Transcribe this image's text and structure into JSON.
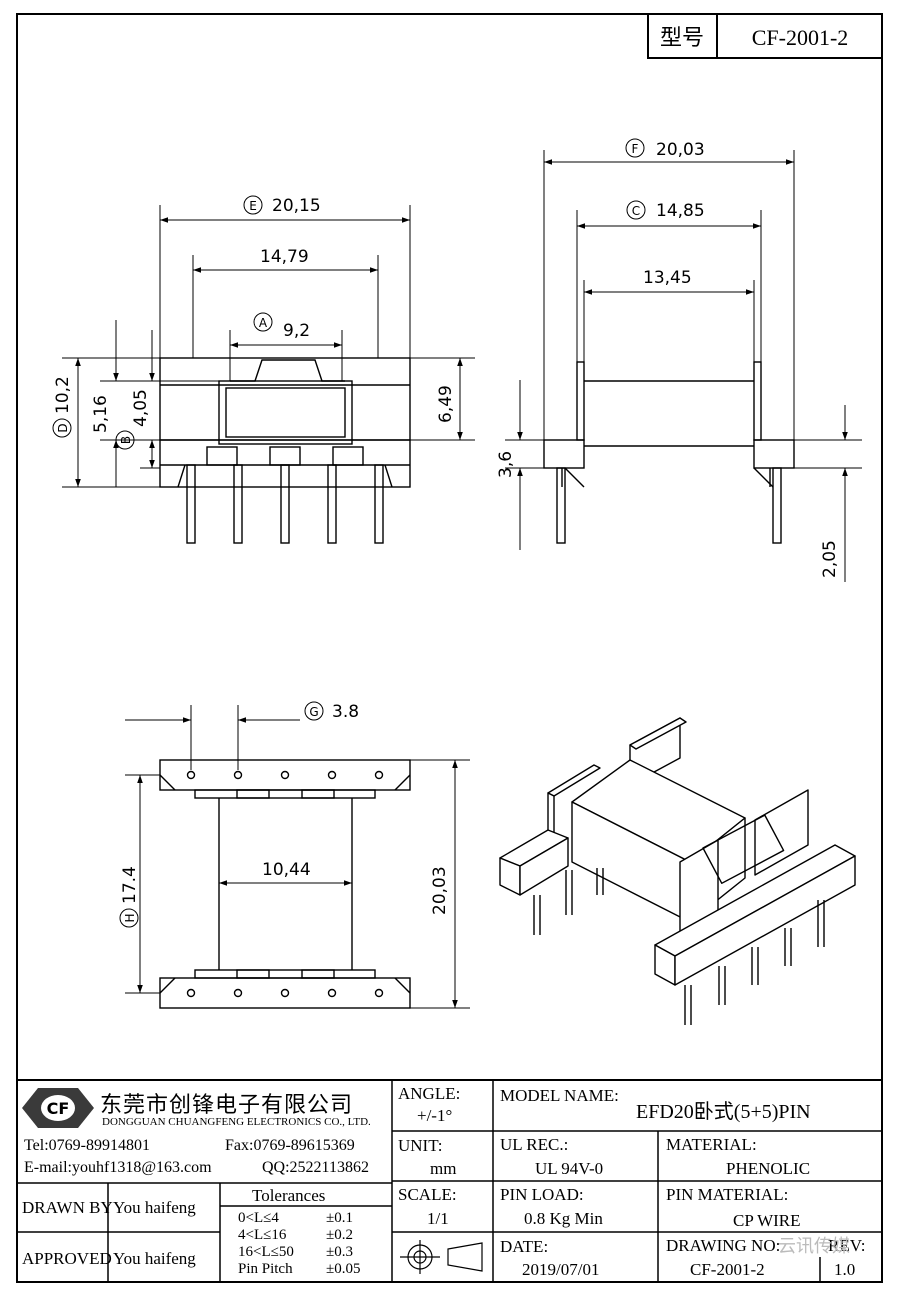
{
  "header": {
    "type_label": "型号",
    "part_number": "CF-2001-2"
  },
  "dimensions": {
    "A": {
      "letter": "A",
      "value": "9,2"
    },
    "B": {
      "letter": "B",
      "value": "4,05"
    },
    "C": {
      "letter": "C",
      "value": "14,85"
    },
    "D": {
      "letter": "D",
      "value": "10,2"
    },
    "E": {
      "letter": "E",
      "value": "20,15"
    },
    "F": {
      "letter": "F",
      "value": "20,03"
    },
    "G": {
      "letter": "G",
      "value": "3.8"
    },
    "H": {
      "letter": "H",
      "value": "17.4"
    },
    "front_inner": "14,79",
    "front_5_16": "5,16",
    "front_6_49": "6,49",
    "side_inner": "13,45",
    "side_3_6": "3,6",
    "side_2_05": "2,05",
    "bottom_inner": "10,44",
    "bottom_total": "20,03"
  },
  "company": {
    "logo_text": "CF",
    "name_cn": "东莞市创锋电子有限公司",
    "name_en": "DONGGUAN CHUANGFENG ELECTRONICS CO., LTD.",
    "tel": "Tel:0769-89914801",
    "fax": "Fax:0769-89615369",
    "email": "E-mail:youhf1318@163.com",
    "qq": "QQ:2522113862"
  },
  "titleblock": {
    "angle_label": "ANGLE:",
    "angle_value": "+/-1°",
    "unit_label": "UNIT:",
    "unit_value": "mm",
    "scale_label": "SCALE:",
    "scale_value": "1/1",
    "model_label": "MODEL NAME:",
    "model_value": "EFD20卧式(5+5)PIN",
    "ul_label": "UL REC.:",
    "ul_value": "UL 94V-0",
    "material_label": "MATERIAL:",
    "material_value": "PHENOLIC",
    "pin_load_label": "PIN LOAD:",
    "pin_load_value": "0.8 Kg Min",
    "pin_material_label": "PIN MATERIAL:",
    "pin_material_value": "CP WIRE",
    "date_label": "DATE:",
    "date_value": "2019/07/01",
    "drawing_no_label": "DRAWING NO:",
    "drawing_no_value": "CF-2001-2",
    "rev_label": "REV:",
    "rev_value": "1.0",
    "drawn_by_label": "DRAWN BY",
    "drawn_by_value": "You haifeng",
    "approved_label": "APPROVED",
    "approved_value": "You haifeng",
    "tolerances_label": "Tolerances",
    "tolerances": [
      {
        "range": "0<L≤4",
        "value": "±0.1"
      },
      {
        "range": "4<L≤16",
        "value": "±0.2"
      },
      {
        "range": "16<L≤50",
        "value": "±0.3"
      },
      {
        "range": "Pin Pitch",
        "value": "±0.05"
      }
    ]
  },
  "watermark": "云讯传媒"
}
